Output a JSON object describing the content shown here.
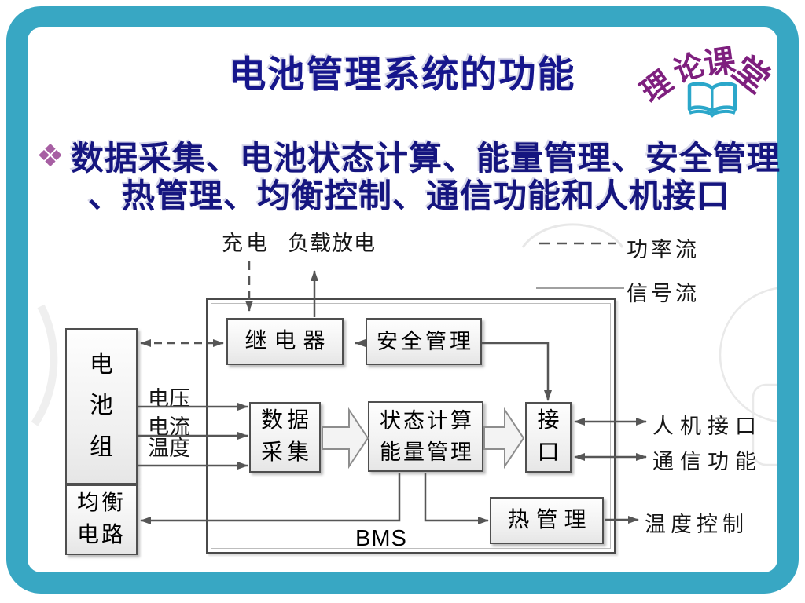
{
  "colors": {
    "frame": "#38A7C3",
    "title_navy": "#16168C",
    "bullet_navy": "#15157F",
    "diamond_purple": "#A75FA3",
    "tag_purple": "#7E1F7E",
    "book_teal": "#2BA7CA",
    "connector_gray": "#565656"
  },
  "title": "电池管理系统的功能",
  "corner_tag": {
    "char1": "理",
    "char2": "论",
    "char3": "课",
    "char4": "堂"
  },
  "bullet": {
    "marker": "❖",
    "line1": "数据采集、电池状态计算、能量管理、安全管理",
    "line2": "、热管理、均衡控制、通信功能和人机接口"
  },
  "diagram": {
    "charge_label": "充电",
    "discharge_label": "负载放电",
    "legend": {
      "power": "功率流",
      "signal": "信号流"
    },
    "boxes": {
      "battery_pack": "电\n池\n组",
      "balance_circuit": "均衡\n电路",
      "relay": "继电器",
      "safety": "安全管理",
      "data_acq": "数据\n采集",
      "state_energy": "状态计算\n能量管理",
      "interface": "接\n口",
      "thermal": "热管理"
    },
    "sensors": {
      "voltage": "电压",
      "current": "电流",
      "temperature": "温度"
    },
    "outputs": {
      "hmi": "人机接口",
      "comm": "通信功能",
      "temp_control": "温度控制"
    },
    "bms": "BMS"
  }
}
